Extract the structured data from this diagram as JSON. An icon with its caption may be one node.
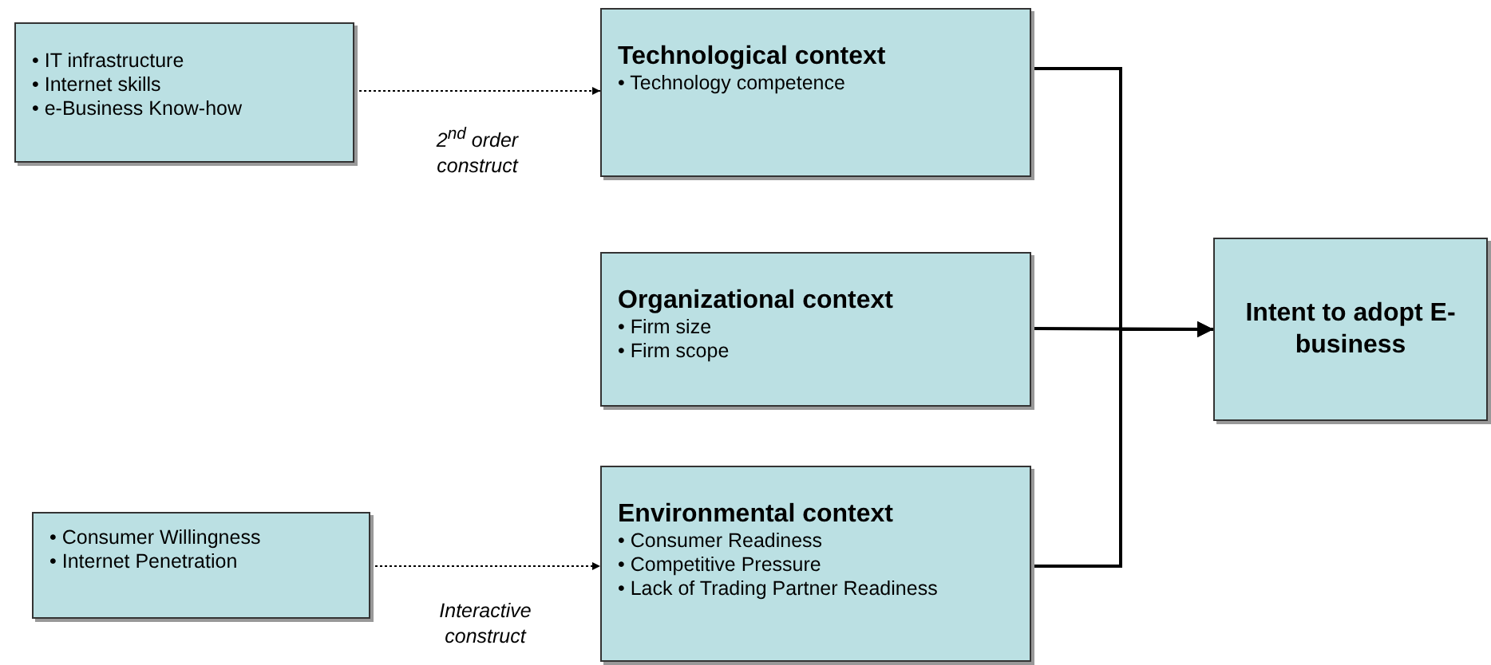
{
  "diagram": {
    "nodes": [
      {
        "text": [
          "• IT infrastructure",
          "• Internet skills",
          "• e-Business Know-how"
        ]
      },
      {
        "text": [
          "Technological context",
          "• Technology competence"
        ]
      },
      {
        "text": [
          "Organizational context",
          "• Firm size",
          "• Firm scope"
        ]
      },
      {
        "text": [
          "Environmental context",
          "• Consumer Readiness",
          "• Competitive Pressure",
          "• Lack of Trading Partner Readiness"
        ]
      },
      {
        "text": [
          "Intent to adopt E-business"
        ]
      },
      {
        "text": [
          "• Consumer Willingness",
          "• Internet Penetration"
        ]
      }
    ],
    "edges": [
      {
        "from": 0,
        "to": 1,
        "arrow": "to",
        "label": "2$^{nd}$ order construct",
        "style": "dashed"
      },
      {
        "from": 1,
        "to": 4,
        "arrow": "to"
      },
      {
        "from": 2,
        "to": 4,
        "arrow": "to"
      },
      {
        "from": 3,
        "to": 4,
        "arrow": "to"
      },
      {
        "from": 5,
        "to": 3,
        "arrow": "to",
        "label": "Interactive construct",
        "style": "dashed"
      }
    ]
  }
}
